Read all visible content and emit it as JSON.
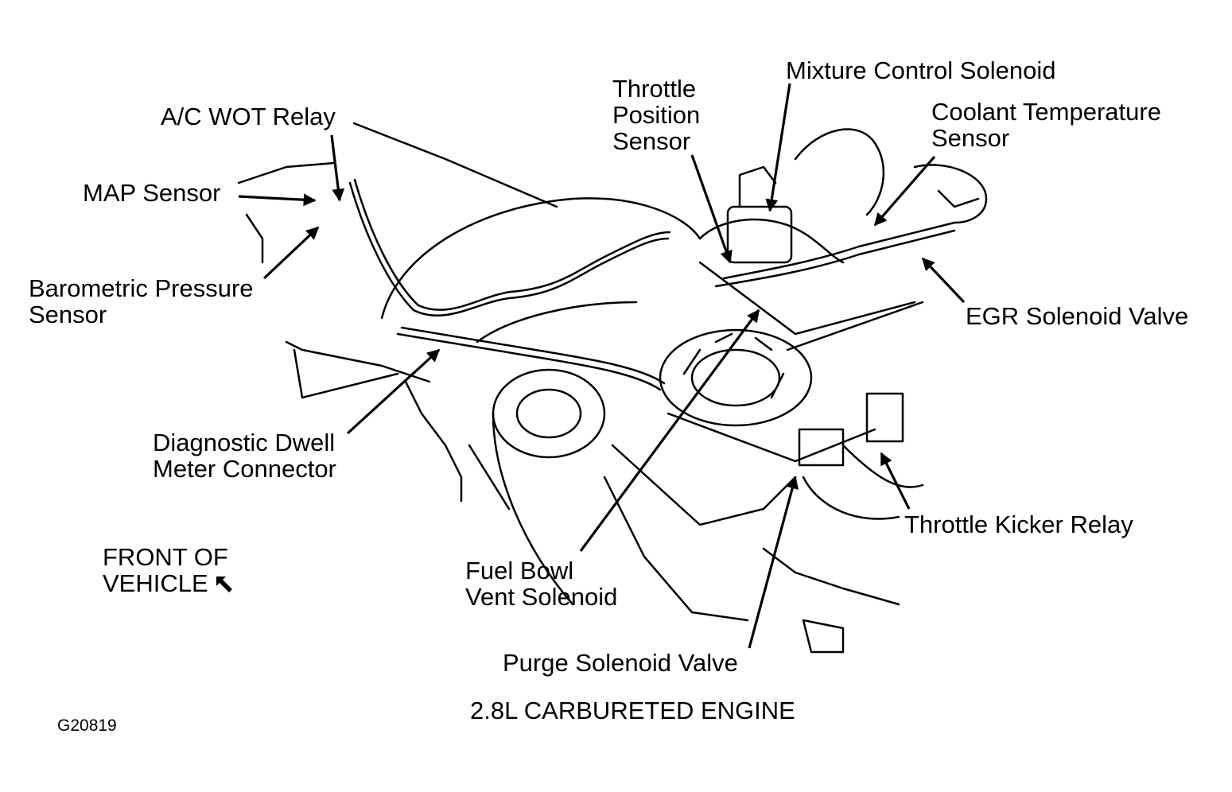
{
  "caption": "2.8L CARBURETED ENGINE",
  "figure_id": "G20819",
  "front_label": {
    "line1": "FRONT OF",
    "line2": "VEHICLE",
    "arrow_icon": "front-direction-arrow-icon"
  },
  "labels": {
    "ac_wot_relay": [
      "A/C WOT Relay"
    ],
    "map_sensor": [
      "MAP Sensor"
    ],
    "barometric_pressure_sensor": [
      "Barometric Pressure",
      "Sensor"
    ],
    "diagnostic_dwell_meter_connector": [
      "Diagnostic Dwell",
      "Meter Connector"
    ],
    "throttle_position_sensor": [
      "Throttle",
      "Position",
      "Sensor"
    ],
    "mixture_control_solenoid": [
      "Mixture Control Solenoid"
    ],
    "coolant_temperature_sensor": [
      "Coolant Temperature",
      "Sensor"
    ],
    "egr_solenoid_valve": [
      "EGR Solenoid Valve"
    ],
    "throttle_kicker_relay": [
      "Throttle Kicker Relay"
    ],
    "fuel_bowl_vent_solenoid": [
      "Fuel Bowl",
      "Vent Solenoid"
    ],
    "purge_solenoid_valve": [
      "Purge Solenoid Valve"
    ]
  },
  "colors": {
    "ink": "#000000",
    "background": "#ffffff"
  }
}
